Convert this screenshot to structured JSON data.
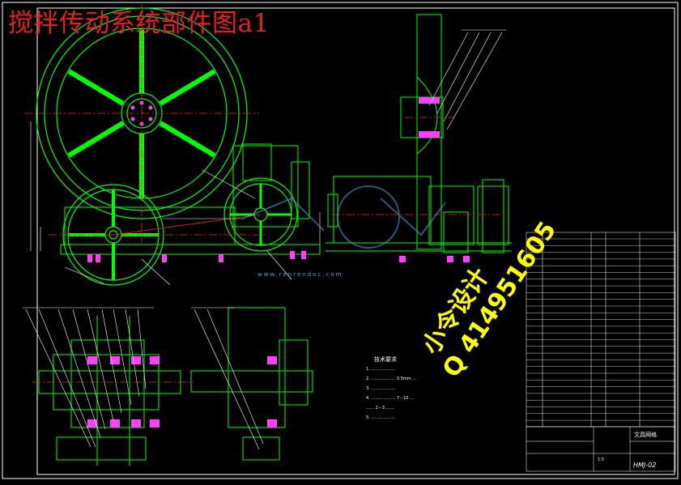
{
  "title": "搅拌传动系统部件图a1",
  "tech_requirements": {
    "heading": "技术要求",
    "lines": [
      "1. ………………",
      "2. ……………… 0.5mm …",
      "3. ………………",
      "4. ……………… 7－10 …",
      "…… 2－3 ……",
      "5. ………………"
    ]
  },
  "watermark": {
    "line1": "小令设计",
    "line2": "Q 414951605",
    "site": "www.renrendoc.com"
  },
  "title_block": {
    "name": "文具网格",
    "drawing_no": "HMJ-02",
    "scale": "1:5"
  },
  "colors": {
    "background": "#000000",
    "title": "#e4201e",
    "outline": "#00ff00",
    "centerline": "#ff2020",
    "hatch": "#ff40ff",
    "frame": "#ffffff",
    "watermark": "#ffff00"
  }
}
